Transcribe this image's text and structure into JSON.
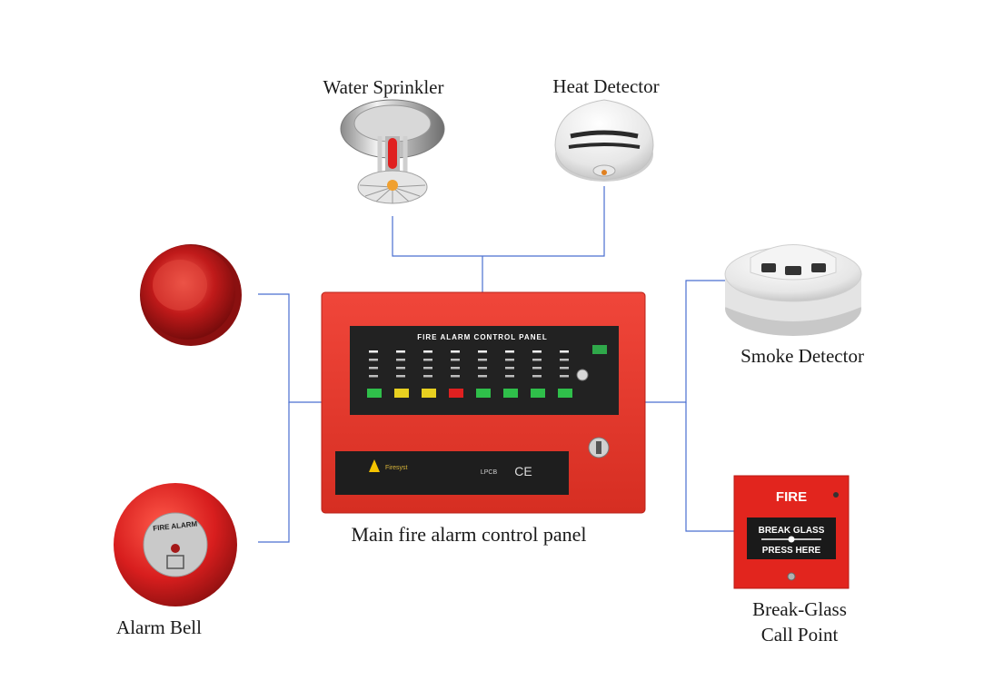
{
  "diagram": {
    "components": {
      "water_sprinkler": {
        "label": "Water Sprinkler"
      },
      "heat_detector": {
        "label": "Heat Detector"
      },
      "smoke_detector": {
        "label": "Smoke Detector"
      },
      "break_glass": {
        "label_line1": "Break-Glass",
        "label_line2": "Call Point",
        "face_title": "FIRE",
        "face_line1": "BREAK GLASS",
        "face_line2": "PRESS HERE"
      },
      "alarm_bell": {
        "label": "Alarm Bell",
        "face_text": "FIRE ALARM"
      },
      "control_panel": {
        "label": "Main fire alarm control panel",
        "display_title": "FIRE ALARM CONTROL PANEL",
        "brand_text": "Firesyst",
        "logo_text": "LPCB",
        "cert_text": "CE"
      }
    },
    "colors": {
      "line": "#4a6fd0",
      "panel_red": "#e8372b",
      "display_dark": "#222222"
    }
  }
}
